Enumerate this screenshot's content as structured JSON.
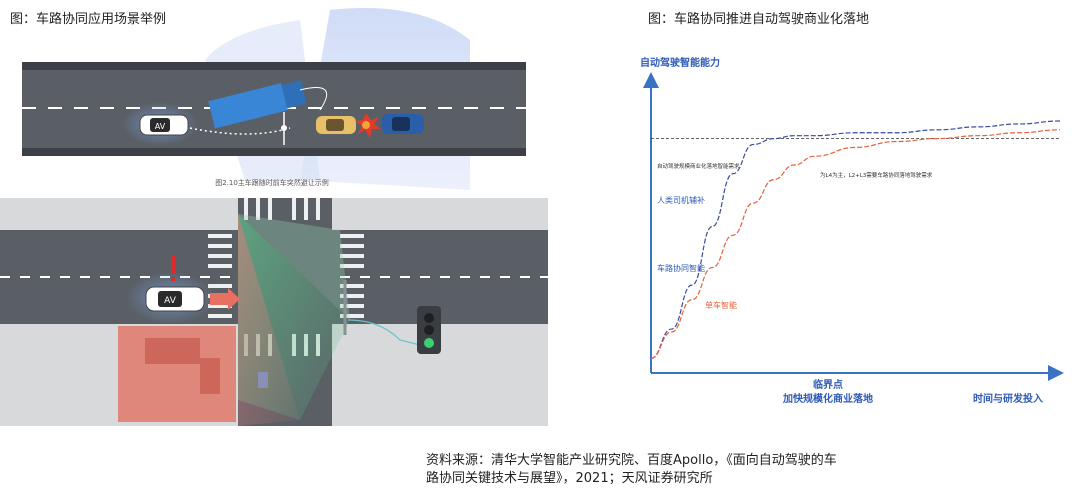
{
  "left_figure": {
    "title": "图：车路协同应用场景举例",
    "top_scene_caption": "图2.10主车跟随时前车突然避让示例",
    "av_label": "AV"
  },
  "right_figure": {
    "title": "图：车路协同推进自动驾驶商业化落地",
    "y_axis_label": "自动驾驶智能能力",
    "threshold_label": "自动驾驶规模商业化落地智能需求",
    "l4_label": "为L4为主，L2+L3需要车路协同落地驾驶需求",
    "series_label_human": "人类司机辅补",
    "series_label_vrc": "车路协同智能",
    "series_label_single": "单车智能",
    "x_label_critical": "临界点",
    "x_label_accelerate": "加快规模化商业落地",
    "x_label_time": "时间与研发投入",
    "colors": {
      "vrc": "#3a4aa0",
      "single": "#e8603c",
      "axis": "#3a72c4",
      "label": "#2f5bb7"
    }
  },
  "chart_data": {
    "type": "line",
    "title": "图：车路协同推进自动驾驶商业化落地",
    "xlabel": "时间与研发投入",
    "ylabel": "自动驾驶智能能力",
    "series": [
      {
        "name": "车路协同智能",
        "x": [
          0,
          0.05,
          0.1,
          0.15,
          0.2,
          0.25,
          0.3,
          0.35,
          0.4,
          0.5,
          0.6,
          0.7,
          0.8,
          0.9,
          1.0
        ],
        "y": [
          0.05,
          0.15,
          0.3,
          0.5,
          0.68,
          0.78,
          0.8,
          0.81,
          0.81,
          0.82,
          0.82,
          0.83,
          0.84,
          0.85,
          0.86
        ]
      },
      {
        "name": "单车智能",
        "x": [
          0,
          0.05,
          0.1,
          0.15,
          0.2,
          0.25,
          0.3,
          0.35,
          0.4,
          0.5,
          0.6,
          0.7,
          0.8,
          0.9,
          1.0
        ],
        "y": [
          0.05,
          0.14,
          0.25,
          0.36,
          0.47,
          0.58,
          0.66,
          0.71,
          0.74,
          0.77,
          0.79,
          0.8,
          0.81,
          0.82,
          0.83
        ]
      }
    ],
    "threshold": 0.8
  },
  "source": {
    "line1": "资料来源：清华大学智能产业研究院、百度Apollo，《面向自动驾驶的车",
    "line2": "路协同关键技术与展望》，2021；天风证券研究所"
  }
}
